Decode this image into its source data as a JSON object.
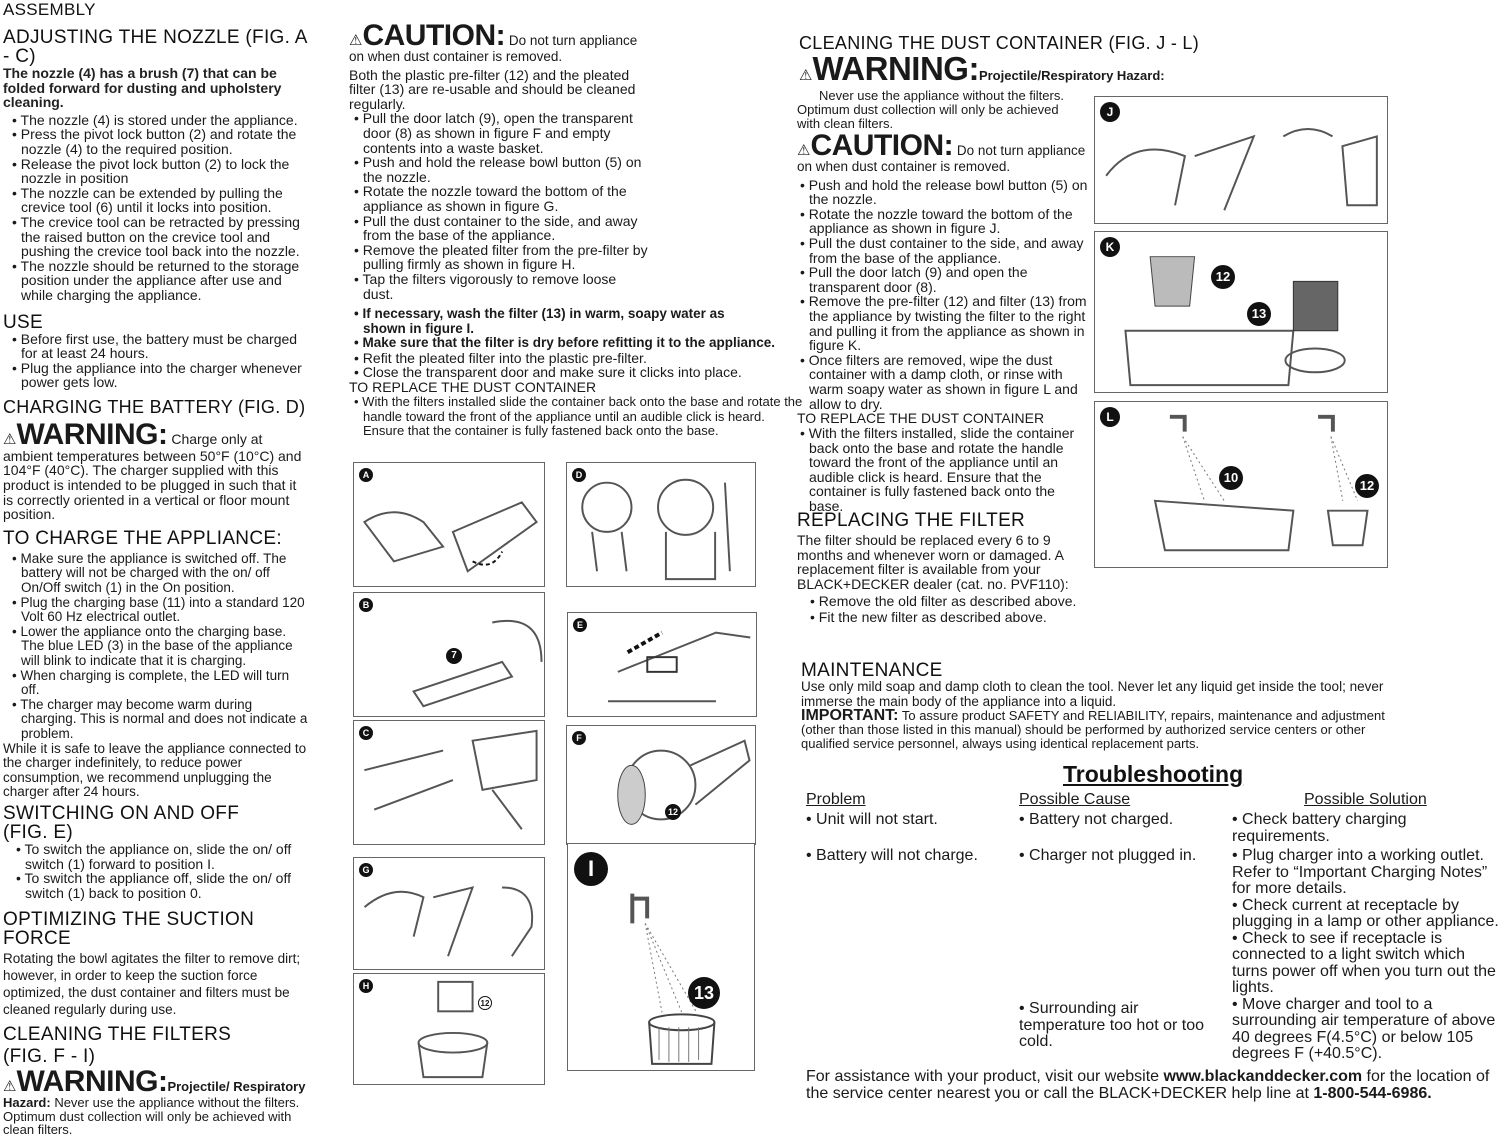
{
  "left": {
    "assembly": "ASSEMBLY",
    "nozzle_title": "ADJUSTING THE NOZZLE  (FIG. A - C)",
    "nozzle_intro": "The nozzle (4) has a brush (7) that can be folded forward for dusting and upholstery cleaning.",
    "nozzle_items": [
      "The nozzle (4) is stored under the appliance.",
      "Press the pivot lock button (2) and rotate the nozzle (4) to the required position.",
      "Release the pivot lock button (2) to lock the nozzle in position",
      "The nozzle can be extended by pulling the crevice tool (6) until it locks into position.",
      "The crevice tool can be retracted by pressing the raised button on the crevice tool and pushing the crevice tool back into the nozzle.",
      "The nozzle should be returned to the storage position under the appliance after use and while charging the appliance."
    ],
    "use_title": "USE",
    "use_items": [
      "Before first use, the battery must be charged for at least 24 hours.",
      "Plug the appliance into the charger whenever power gets low."
    ],
    "charging_title": "CHARGING THE BATTERY (FIG. D)",
    "warning_word": "WARNING:",
    "charging_warning": "Charge only at ambient temperatures between 50°F (10°C) and 104°F (40°C). The charger supplied with this product is intended to be plugged in such that it is correctly oriented in a vertical or floor mount position.",
    "to_charge_title": "TO CHARGE THE APPLIANCE:",
    "to_charge_items": [
      "Make sure the appliance is switched off. The battery will not be charged with the on/ off On/Off switch (1) in the On position.",
      "Plug the charging base (11) into a standard 120 Volt 60 Hz electrical outlet.",
      "Lower the appliance onto the charging base. The blue LED (3) in the base of the appliance will blink to indicate that it is charging.",
      "When charging is complete, the LED will turn off.",
      "The charger may become warm during charging. This is normal and does not indicate a problem."
    ],
    "to_charge_note": "While it is safe to leave the appliance connected to the charger indefinitely, to reduce power consumption, we recommend unplugging the charger after 24 hours.",
    "switch_title": "SWITCHING ON AND OFF (FIG. E)",
    "switch_items": [
      "To switch the appliance on, slide the on/ off switch (1) forward to position I.",
      "To switch the appliance off, slide the on/ off switch (1) back to position 0."
    ],
    "suction_title": "OPTIMIZING THE SUCTION FORCE",
    "suction_text": "Rotating the bowl agitates the filter to remove dirt; however, in order to keep the suction force optimized, the dust container and filters must be cleaned regularly during use.",
    "filters_title": "CLEANING THE FILTERS (FIG. F - I)",
    "filters_warning_tail": "Projectile/",
    "filters_warning_bold": "Respiratory Hazard:",
    "filters_warning_text": "Never use the appliance without the filters. Optimum dust collection will only be achieved with clean filters."
  },
  "middle": {
    "caution_word": "CAUTION:",
    "caution_text": "Do not turn appliance on when dust container is removed.",
    "intro": "Both the plastic pre-filter (12) and the pleated filter (13) are re-usable and should be cleaned regularly.",
    "items": [
      "Pull the door latch (9), open the transparent door (8) as shown in figure F and empty contents into a waste basket.",
      "Push and hold the release bowl button (5) on the nozzle.",
      "Rotate the nozzle toward the bottom of the appliance as shown in figure G.",
      "Pull the dust container to the side, and away from the base of the appliance.",
      "Remove the pleated filter from the pre-filter by pulling firmly as shown in figure H.",
      "Tap the filters vigorously to remove loose dust."
    ],
    "bold_items": [
      "If necessary, wash the filter (13) in warm, soapy water as shown in figure I.",
      "Make sure that the filter is dry before refitting it to the appliance."
    ],
    "items2": [
      "Refit the pleated filter into the plastic pre-filter.",
      "Close the transparent door and make sure it clicks into place."
    ],
    "replace_title": "TO REPLACE THE DUST CONTAINER",
    "replace_item": "With the filters installed slide the container back onto the base and rotate the handle toward the front of the appliance until an audible click is heard. Ensure that the container is fully fastened back onto the base.",
    "figures": [
      "A",
      "B",
      "C",
      "D",
      "E",
      "F",
      "G",
      "H",
      "I"
    ],
    "callouts": {
      "b": "7",
      "f": "12",
      "h": "12",
      "i": "13"
    }
  },
  "right": {
    "dust_title": "CLEANING THE DUST CONTAINER (FIG. J - L)",
    "warning_word": "WARNING:",
    "warning_tail": "Projectile/Respiratory Hazard:",
    "warning_text": "Never use the appliance without the filters. Optimum dust collection will only be achieved with clean filters.",
    "caution_word": "CAUTION:",
    "caution_text": "Do not turn appliance on when dust container is removed.",
    "items": [
      "Push and hold the release bowl button (5) on the nozzle.",
      "Rotate the nozzle toward the bottom of the appliance as shown in figure J.",
      "Pull the dust container to the side, and away from the base of the appliance.",
      "Pull the door latch (9) and open the transparent door (8).",
      "Remove the pre-filter (12) and filter (13) from the appliance by twisting the filter to the right and pulling it from the appliance as shown in figure K.",
      "Once filters are removed, wipe the dust container with a damp cloth, or rinse with warm soapy water as shown in figure L and allow to dry."
    ],
    "replace_title": "TO REPLACE THE DUST CONTAINER",
    "replace_item": "With the filters installed, slide the container back onto the base and rotate the handle toward the front of the appliance until an audible click is heard. Ensure that the container is fully fastened back onto the base.",
    "filter_title": "REPLACING THE FILTER",
    "filter_text": "The filter should be replaced every 6 to 9 months and whenever worn or damaged. A replacement filter is available from your BLACK+DECKER dealer (cat. no. PVF110):",
    "filter_items": [
      "Remove the old filter as described above.",
      "Fit the new filter as described above."
    ],
    "figures": [
      "J",
      "K",
      "L"
    ],
    "callouts": {
      "k1": "12",
      "k2": "13",
      "l1": "10",
      "l2": "12"
    },
    "maint_title": "MAINTENANCE",
    "maint_text": "Use only mild soap and damp cloth to clean the tool. Never let any liquid get inside the tool; never immerse the main body of the appliance into a liquid.",
    "important_label": "IMPORTANT:",
    "important_text": "To assure product SAFETY and RELIABILITY, repairs, maintenance and adjustment (other than those listed in this manual) should be performed by authorized service centers or other qualified service personnel, always using identical replacement parts."
  },
  "troubleshooting": {
    "title": "Troubleshooting",
    "headers": [
      "Problem",
      "Possible Cause",
      "Possible Solution"
    ],
    "rows": [
      {
        "problem": "• Unit will not start.",
        "cause": "• Battery not charged.",
        "solution": "• Check battery charging requirements."
      },
      {
        "problem": "• Battery will not charge.",
        "cause": "• Charger not plugged in.",
        "solution": "• Plug charger into a working outlet.  Refer to “Important Charging Notes” for more details."
      },
      {
        "problem": "",
        "cause": "",
        "solution": "• Check current at receptacle by plugging in a lamp or other appliance."
      },
      {
        "problem": "",
        "cause": "",
        "solution": "• Check to see if receptacle is connected to a light switch which turns power off when you turn out the lights."
      },
      {
        "problem": "",
        "cause": "• Surrounding air temperature too hot or too cold.",
        "solution": "• Move charger and tool to a surrounding air temperature of above 40 degrees F(4.5°C) or below 105 degrees F (+40.5°C)."
      }
    ],
    "footer_pre": "For assistance with your product, visit our website ",
    "footer_url": "www.blackanddecker.com",
    "footer_mid": " for the location of the service center nearest you or call the BLACK+DECKER help line at ",
    "footer_phone": "1-800-544-6986."
  }
}
